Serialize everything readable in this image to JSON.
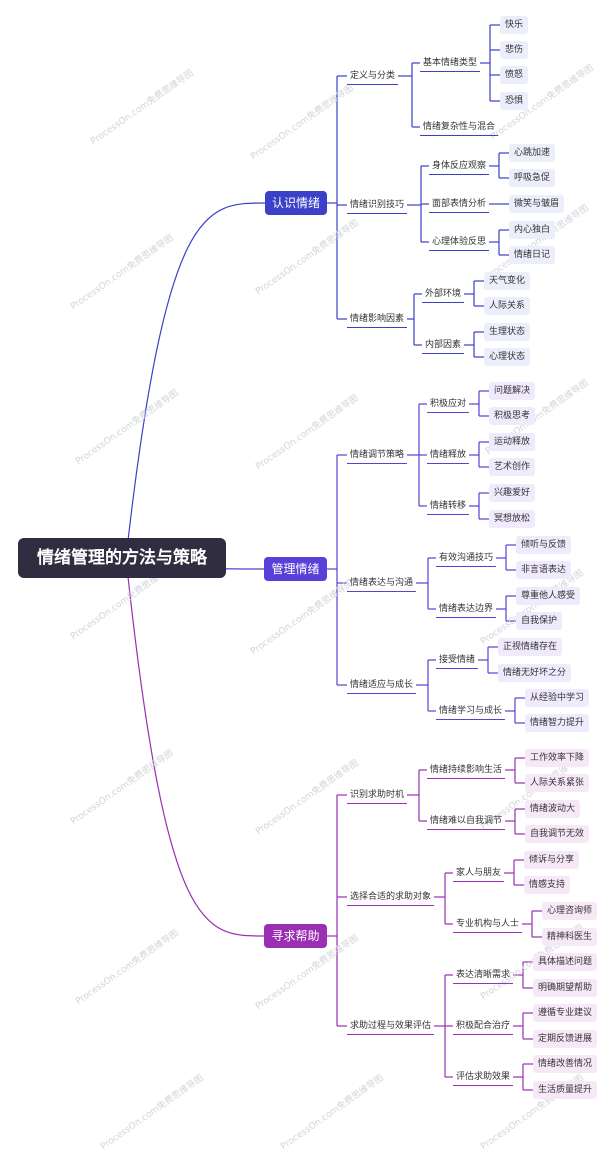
{
  "title": "情绪管理的方法与策略",
  "watermark_text": "ProcessOn.com免费思维导图",
  "colors": {
    "root": "#2f2d3f",
    "branch_blue": "#3a40c8",
    "branch_purple": "#5a3fd8",
    "branch_magenta": "#9a2fb3"
  },
  "branches": [
    {
      "label": "认识情绪",
      "children": [
        {
          "label": "定义与分类",
          "children": [
            {
              "label": "基本情绪类型",
              "children": [
                "快乐",
                "悲伤",
                "愤怒",
                "恐惧"
              ]
            },
            {
              "label": "情绪复杂性与混合",
              "children": []
            }
          ]
        },
        {
          "label": "情绪识别技巧",
          "children": [
            {
              "label": "身体反应观察",
              "children": [
                "心跳加速",
                "呼吸急促"
              ]
            },
            {
              "label": "面部表情分析",
              "children": [
                "微笑与皱眉"
              ]
            },
            {
              "label": "心理体验反思",
              "children": [
                "内心独白",
                "情绪日记"
              ]
            }
          ]
        },
        {
          "label": "情绪影响因素",
          "children": [
            {
              "label": "外部环境",
              "children": [
                "天气变化",
                "人际关系"
              ]
            },
            {
              "label": "内部因素",
              "children": [
                "生理状态",
                "心理状态"
              ]
            }
          ]
        }
      ]
    },
    {
      "label": "管理情绪",
      "children": [
        {
          "label": "情绪调节策略",
          "children": [
            {
              "label": "积极应对",
              "children": [
                "问题解决",
                "积极思考"
              ]
            },
            {
              "label": "情绪释放",
              "children": [
                "运动释放",
                "艺术创作"
              ]
            },
            {
              "label": "情绪转移",
              "children": [
                "兴趣爱好",
                "冥想放松"
              ]
            }
          ]
        },
        {
          "label": "情绪表达与沟通",
          "children": [
            {
              "label": "有效沟通技巧",
              "children": [
                "倾听与反馈",
                "非言语表达"
              ]
            },
            {
              "label": "情绪表达边界",
              "children": [
                "尊重他人感受",
                "自我保护"
              ]
            }
          ]
        },
        {
          "label": "情绪适应与成长",
          "children": [
            {
              "label": "接受情绪",
              "children": [
                "正视情绪存在",
                "情绪无好坏之分"
              ]
            },
            {
              "label": "情绪学习与成长",
              "children": [
                "从经验中学习",
                "情绪智力提升"
              ]
            }
          ]
        }
      ]
    },
    {
      "label": "寻求帮助",
      "children": [
        {
          "label": "识别求助时机",
          "children": [
            {
              "label": "情绪持续影响生活",
              "children": [
                "工作效率下降",
                "人际关系紧张"
              ]
            },
            {
              "label": "情绪难以自我调节",
              "children": [
                "情绪波动大",
                "自我调节无效"
              ]
            }
          ]
        },
        {
          "label": "选择合适的求助对象",
          "children": [
            {
              "label": "家人与朋友",
              "children": [
                "倾诉与分享",
                "情感支持"
              ]
            },
            {
              "label": "专业机构与人士",
              "children": [
                "心理咨询师",
                "精神科医生"
              ]
            }
          ]
        },
        {
          "label": "求助过程与效果评估",
          "children": [
            {
              "label": "表达清晰需求",
              "children": [
                "具体描述问题",
                "明确期望帮助"
              ]
            },
            {
              "label": "积极配合治疗",
              "children": [
                "遵循专业建议",
                "定期反馈进展"
              ]
            },
            {
              "label": "评估求助效果",
              "children": [
                "情绪改善情况",
                "生活质量提升"
              ]
            }
          ]
        }
      ]
    }
  ]
}
